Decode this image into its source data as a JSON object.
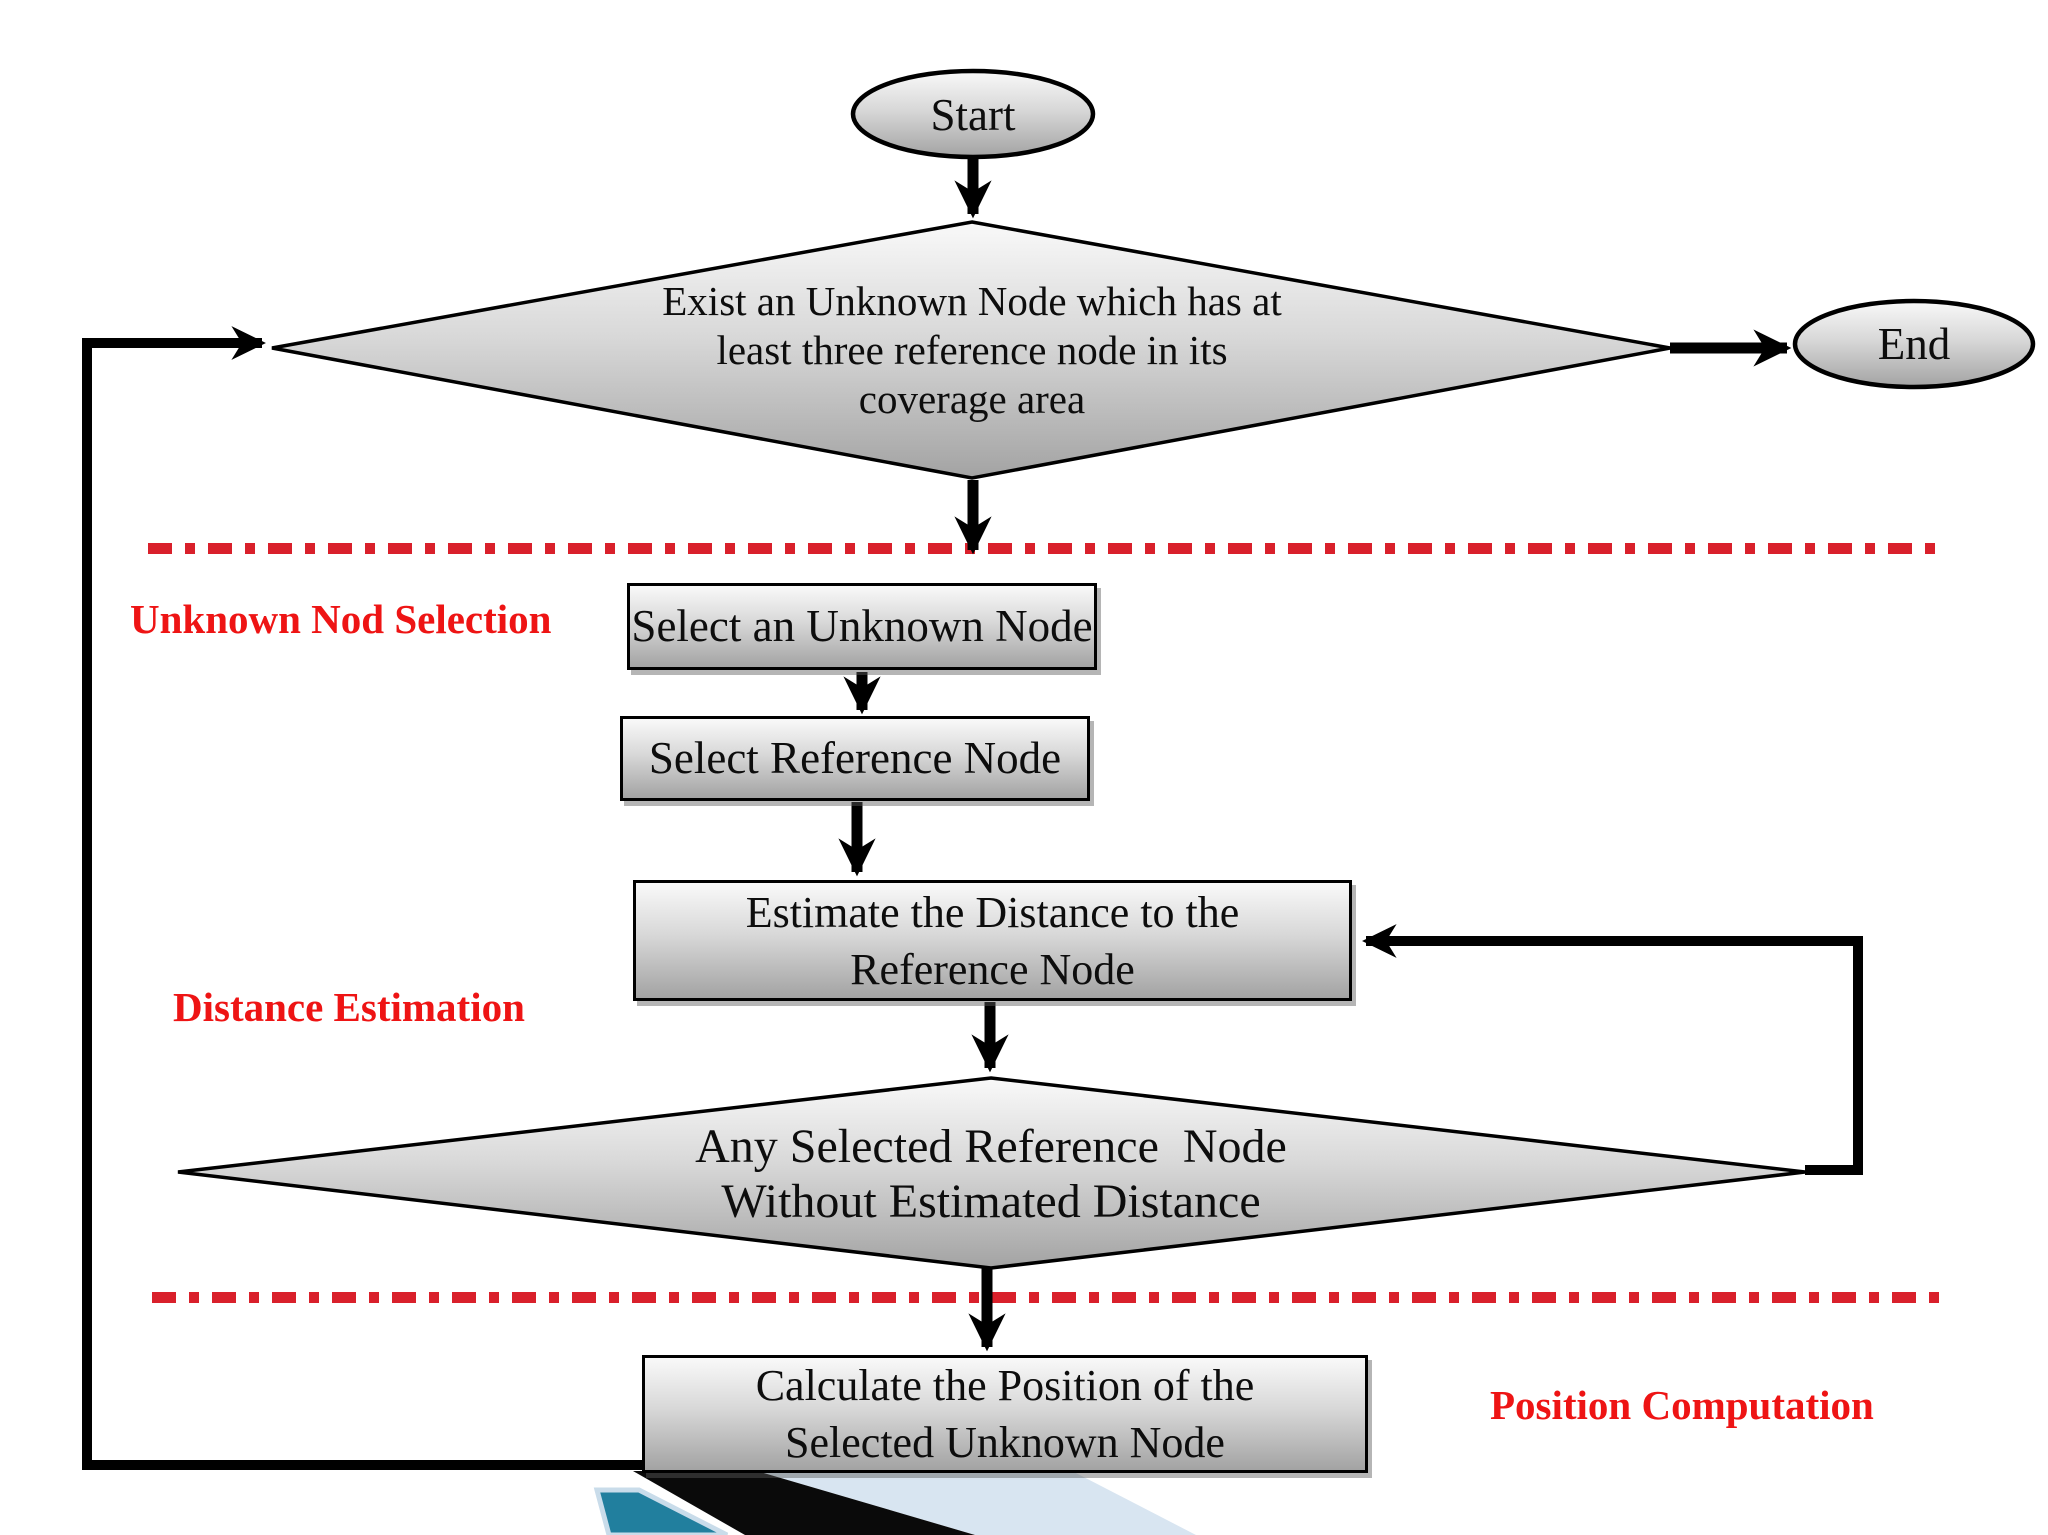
{
  "colors": {
    "red_line": "#d9202b",
    "red_text": "#ee1414",
    "node_fill_top": "#f9f9f9",
    "node_fill_mid": "#d8d8d8",
    "node_fill_bottom": "#a3a3a3",
    "footer_black": "#0a0a0a",
    "footer_teal": "#217f9e",
    "footer_blue": "#d8e5f1"
  },
  "nodes": {
    "start": {
      "label": "Start"
    },
    "end": {
      "label": "End"
    },
    "decision_coverage": {
      "line1": "Exist an Unknown Node which has at",
      "line2": "least three reference node in its",
      "line3": "coverage area"
    },
    "select_unknown": {
      "label": "Select an Unknown Node"
    },
    "select_reference": {
      "label": "Select Reference Node"
    },
    "estimate_distance": {
      "line1": "Estimate the Distance to the",
      "line2": "Reference Node"
    },
    "decision_estimated": {
      "line1": "Any Selected Reference  Node",
      "line2": "Without Estimated Distance"
    },
    "calculate_position": {
      "line1": "Calculate the Position of the",
      "line2": "Selected Unknown Node"
    }
  },
  "section_labels": {
    "unknown_node_selection": "Unknown Nod Selection",
    "distance_estimation": "Distance Estimation",
    "position_computation": "Position Computation"
  }
}
